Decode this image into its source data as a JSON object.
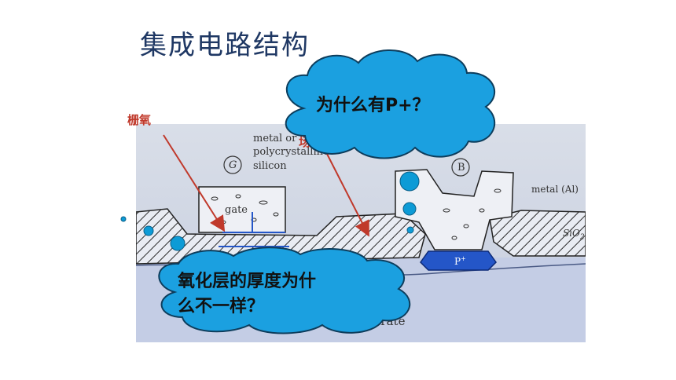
{
  "slide": {
    "title": "集成电路结构",
    "label_gate_oxide": "栅氧",
    "label_field_oxide": "场氧"
  },
  "diagram": {
    "label_metal_line1": "metal or",
    "label_metal_line2": "polycrystalline",
    "label_metal_line3": "silicon",
    "label_G": "G",
    "label_B": "B",
    "label_gate": "gate",
    "label_metal_al": "metal (Al)",
    "label_sio2": "SiO",
    "label_sio2_sub": "2",
    "label_pplus": "P",
    "label_pplus_sup": "+",
    "label_substrate": "type substrate"
  },
  "callouts": {
    "question_top": "为什么有P+？",
    "question_bottom_line1": "氧化层的厚度为什",
    "question_bottom_line2": "么不一样？"
  },
  "colors": {
    "cloud_fill": "#1ba0e0",
    "cloud_stroke": "#0d3d5c",
    "title": "#1f3864",
    "red_label": "#c0392b",
    "p_plus_region": "#2456c8",
    "substrate": "#cfd8ec",
    "bubble": "#0d9bd6"
  }
}
